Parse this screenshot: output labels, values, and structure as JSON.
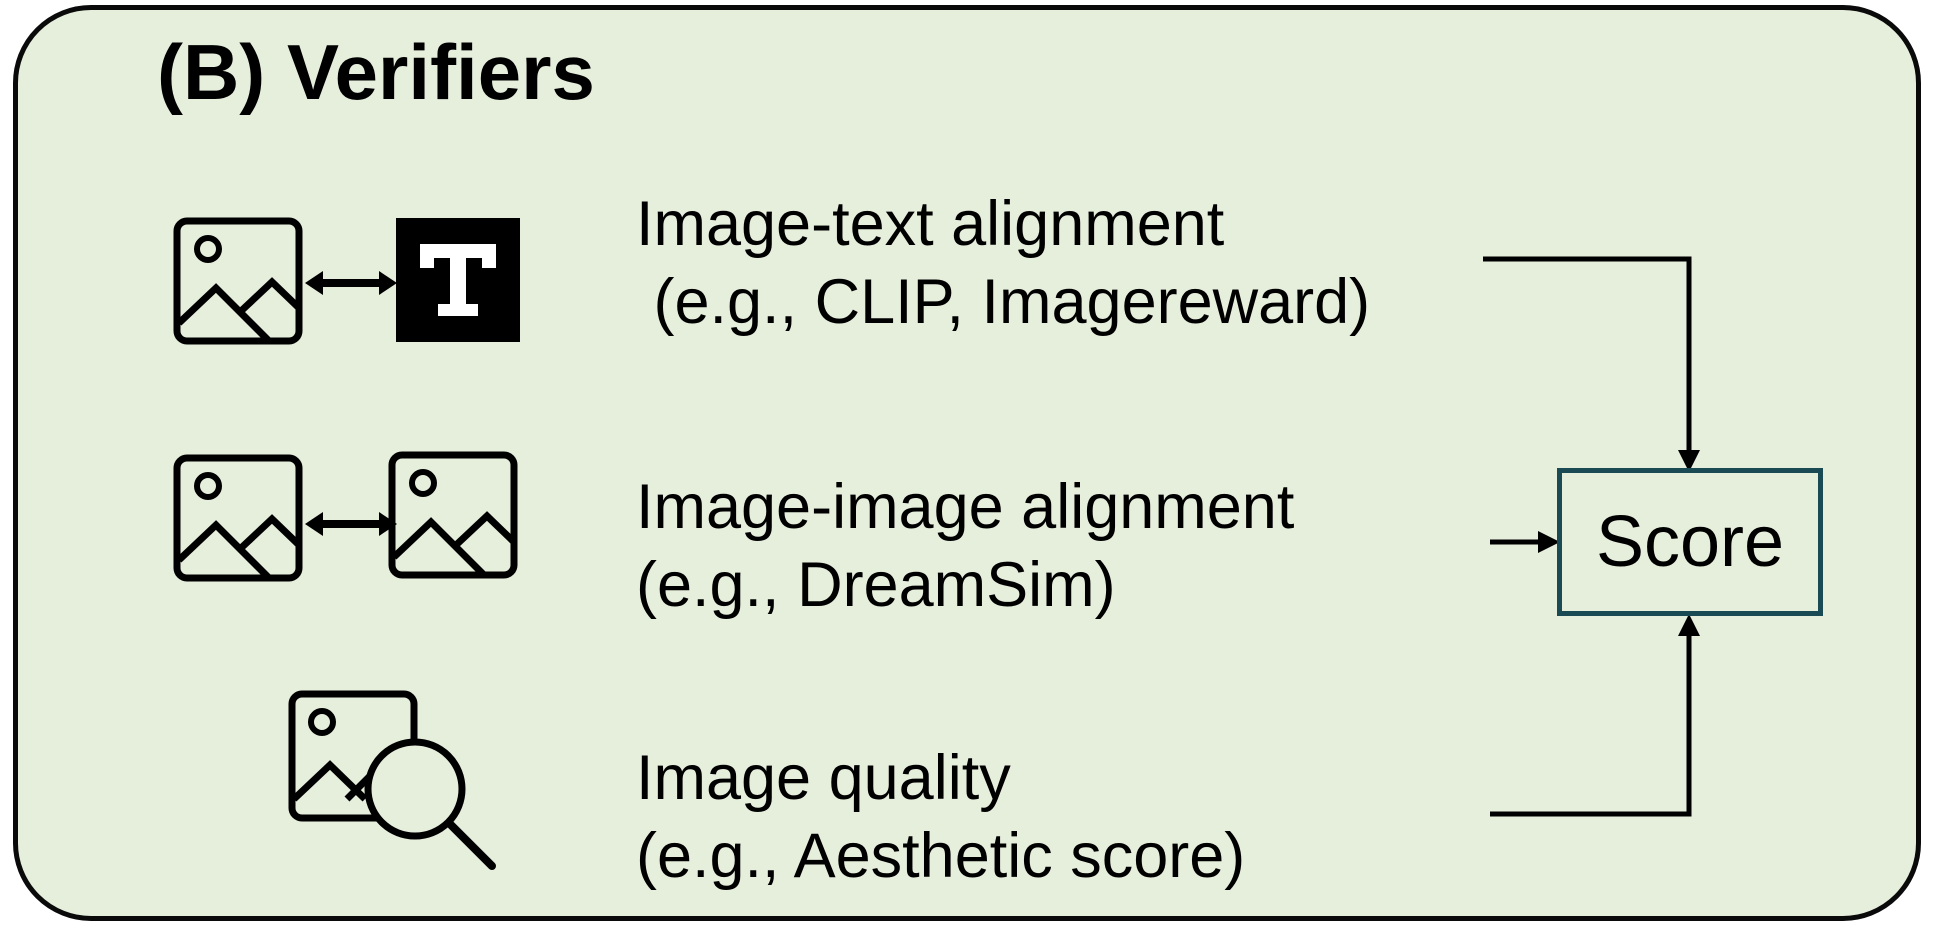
{
  "title": "(B) Verifiers",
  "rows": [
    {
      "line1": "Image-text alignment",
      "line2": " (e.g., CLIP, Imagereward)"
    },
    {
      "line1": "Image-image alignment",
      "line2": "(e.g., DreamSim)"
    },
    {
      "line1": "Image quality",
      "line2": "(e.g., Aesthetic score)"
    }
  ],
  "score_label": "Score",
  "icons": {
    "row1_left": "image-icon",
    "row1_right": "text-icon",
    "row2_left": "image-icon",
    "row2_right": "image-icon",
    "row3": "image-search-icon"
  },
  "colors": {
    "panel_background": "#e6eedc",
    "panel_border": "#0a0a0a",
    "score_border": "#1a4a54"
  }
}
